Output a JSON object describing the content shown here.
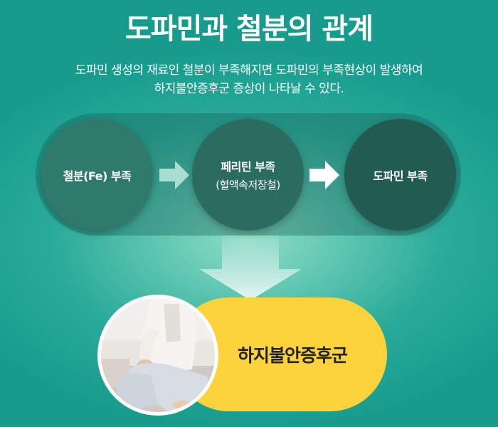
{
  "title": "도파민과 철분의 관계",
  "description": [
    "도파민 생성의 재료인 철분이 부족해지면 도파민의 부족현상이 발생하여",
    "하지불안증후군 증상이 나타날 수 있다."
  ],
  "flow": {
    "steps": [
      {
        "label": "철분(Fe) 부족",
        "sub": ""
      },
      {
        "label": "페리틴 부족",
        "sub": "(혈액속저장철)"
      },
      {
        "label": "도파민 부족",
        "sub": ""
      }
    ]
  },
  "result": {
    "label": "하지불안증후군"
  },
  "colors": {
    "background": "#1fa395",
    "circle_dark": "#225c51",
    "result_pill": "#fcd33b",
    "text": "#ffffff"
  },
  "icons": [
    "arrow-right-icon",
    "arrow-down-icon"
  ],
  "image": {
    "subject": "woman sitting on sofa holding her leg"
  }
}
